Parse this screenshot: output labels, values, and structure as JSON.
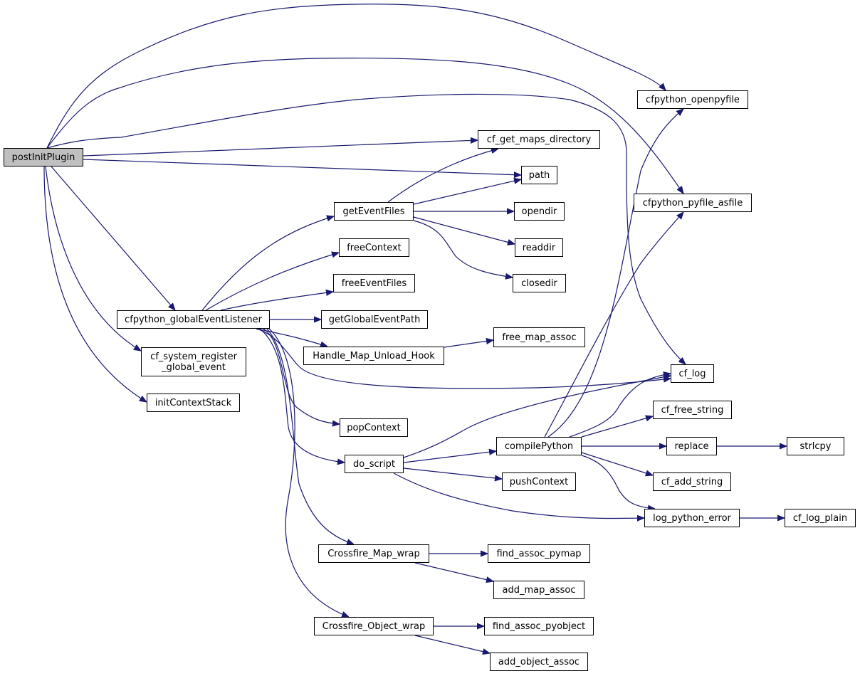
{
  "colors": {
    "edge": "#191970",
    "node_border": "#000000",
    "node_fill": "#ffffff",
    "root_fill": "#bfbfbf"
  },
  "nodes": {
    "postInitPlugin": {
      "label": "postInitPlugin"
    },
    "cfpython_openpyfile": {
      "label": "cfpython_openpyfile"
    },
    "cf_get_maps_directory": {
      "label": "cf_get_maps_directory"
    },
    "path": {
      "label": "path"
    },
    "cfpython_pyfile_asfile": {
      "label": "cfpython_pyfile_asfile"
    },
    "getEventFiles": {
      "label": "getEventFiles"
    },
    "opendir": {
      "label": "opendir"
    },
    "freeContext": {
      "label": "freeContext"
    },
    "readdir": {
      "label": "readdir"
    },
    "freeEventFiles": {
      "label": "freeEventFiles"
    },
    "closedir": {
      "label": "closedir"
    },
    "cfpython_globalEventListener": {
      "label": "cfpython_globalEventListener"
    },
    "getGlobalEventPath": {
      "label": "getGlobalEventPath"
    },
    "free_map_assoc": {
      "label": "free_map_assoc"
    },
    "cf_system_register_global_event": {
      "label_line1": "cf_system_register",
      "label_line2": "_global_event"
    },
    "Handle_Map_Unload_Hook": {
      "label": "Handle_Map_Unload_Hook"
    },
    "cf_log": {
      "label": "cf_log"
    },
    "initContextStack": {
      "label": "initContextStack"
    },
    "cf_free_string": {
      "label": "cf_free_string"
    },
    "popContext": {
      "label": "popContext"
    },
    "compilePython": {
      "label": "compilePython"
    },
    "replace": {
      "label": "replace"
    },
    "strlcpy": {
      "label": "strlcpy"
    },
    "do_script": {
      "label": "do_script"
    },
    "pushContext": {
      "label": "pushContext"
    },
    "cf_add_string": {
      "label": "cf_add_string"
    },
    "log_python_error": {
      "label": "log_python_error"
    },
    "cf_log_plain": {
      "label": "cf_log_plain"
    },
    "Crossfire_Map_wrap": {
      "label": "Crossfire_Map_wrap"
    },
    "find_assoc_pymap": {
      "label": "find_assoc_pymap"
    },
    "add_map_assoc": {
      "label": "add_map_assoc"
    },
    "Crossfire_Object_wrap": {
      "label": "Crossfire_Object_wrap"
    },
    "find_assoc_pyobject": {
      "label": "find_assoc_pyobject"
    },
    "add_object_assoc": {
      "label": "add_object_assoc"
    }
  },
  "edges": [
    [
      "postInitPlugin",
      "cfpython_openpyfile"
    ],
    [
      "postInitPlugin",
      "cfpython_pyfile_asfile"
    ],
    [
      "postInitPlugin",
      "cf_log"
    ],
    [
      "postInitPlugin",
      "cf_get_maps_directory"
    ],
    [
      "postInitPlugin",
      "path"
    ],
    [
      "postInitPlugin",
      "cfpython_globalEventListener"
    ],
    [
      "postInitPlugin",
      "cf_system_register_global_event"
    ],
    [
      "postInitPlugin",
      "initContextStack"
    ],
    [
      "cfpython_globalEventListener",
      "getEventFiles"
    ],
    [
      "cfpython_globalEventListener",
      "freeContext"
    ],
    [
      "cfpython_globalEventListener",
      "freeEventFiles"
    ],
    [
      "cfpython_globalEventListener",
      "getGlobalEventPath"
    ],
    [
      "cfpython_globalEventListener",
      "Handle_Map_Unload_Hook"
    ],
    [
      "cfpython_globalEventListener",
      "cf_log"
    ],
    [
      "cfpython_globalEventListener",
      "popContext"
    ],
    [
      "cfpython_globalEventListener",
      "do_script"
    ],
    [
      "cfpython_globalEventListener",
      "Crossfire_Map_wrap"
    ],
    [
      "cfpython_globalEventListener",
      "Crossfire_Object_wrap"
    ],
    [
      "getEventFiles",
      "cf_get_maps_directory"
    ],
    [
      "getEventFiles",
      "path"
    ],
    [
      "getEventFiles",
      "opendir"
    ],
    [
      "getEventFiles",
      "readdir"
    ],
    [
      "getEventFiles",
      "closedir"
    ],
    [
      "Handle_Map_Unload_Hook",
      "free_map_assoc"
    ],
    [
      "do_script",
      "cf_log"
    ],
    [
      "do_script",
      "compilePython"
    ],
    [
      "do_script",
      "pushContext"
    ],
    [
      "do_script",
      "log_python_error"
    ],
    [
      "compilePython",
      "cfpython_openpyfile"
    ],
    [
      "compilePython",
      "cfpython_pyfile_asfile"
    ],
    [
      "compilePython",
      "cf_log"
    ],
    [
      "compilePython",
      "cf_free_string"
    ],
    [
      "compilePython",
      "replace"
    ],
    [
      "compilePython",
      "cf_add_string"
    ],
    [
      "compilePython",
      "log_python_error"
    ],
    [
      "replace",
      "strlcpy"
    ],
    [
      "log_python_error",
      "cf_log_plain"
    ],
    [
      "Crossfire_Map_wrap",
      "find_assoc_pymap"
    ],
    [
      "Crossfire_Map_wrap",
      "add_map_assoc"
    ],
    [
      "Crossfire_Object_wrap",
      "find_assoc_pyobject"
    ],
    [
      "Crossfire_Object_wrap",
      "add_object_assoc"
    ]
  ]
}
